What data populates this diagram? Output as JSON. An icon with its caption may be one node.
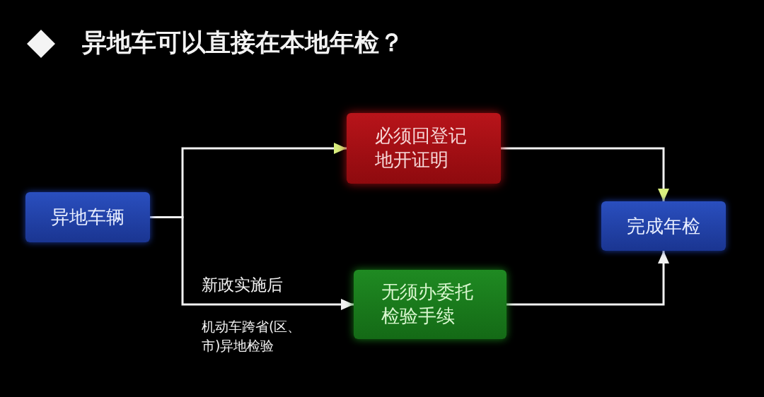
{
  "diagram": {
    "title": "异地车可以直接在本地年检？",
    "nodes": [
      {
        "text": [
          "异地车辆"
        ]
      },
      {
        "text": [
          "必须回登记地开证明"
        ]
      },
      {
        "text": [
          "无须办委托检验手续"
        ]
      },
      {
        "text": [
          "完成年检"
        ]
      }
    ],
    "edges": [
      {
        "from": 0,
        "to": 1,
        "arrow": "to"
      },
      {
        "from": 0,
        "to": 2,
        "arrow": "to",
        "label": "新政实施后"
      },
      {
        "from": 1,
        "to": 3,
        "arrow": "to"
      },
      {
        "from": 2,
        "to": 3,
        "arrow": "to"
      }
    ],
    "labels": [
      "机动车跨省(区、市)异地检验"
    ]
  }
}
